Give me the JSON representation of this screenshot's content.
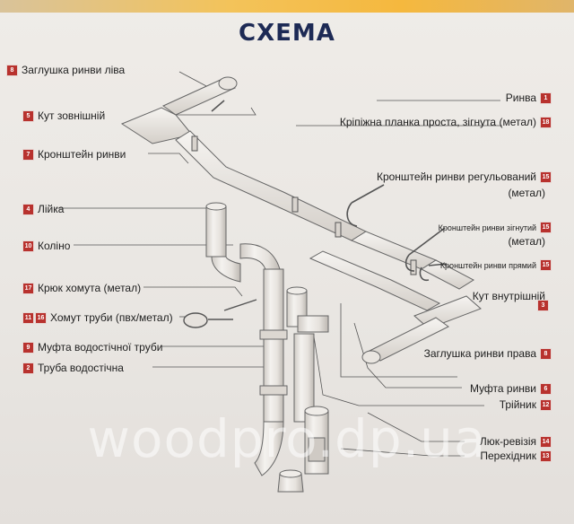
{
  "title": "СХЕМА",
  "watermark": "woodpro.dp.ua",
  "labels_left": [
    {
      "id": "zaglushka-liva",
      "text": "Заглушка ринви ліва",
      "badges": [
        "8"
      ]
    },
    {
      "id": "kut-zovnishniy",
      "text": "Кут зовнішній",
      "badges": [
        "5"
      ]
    },
    {
      "id": "kronshteyn-rynvy",
      "text": "Кронштейн ринви",
      "badges": [
        "7"
      ]
    },
    {
      "id": "liyka",
      "text": "Лійка",
      "badges": [
        "4"
      ]
    },
    {
      "id": "kolino",
      "text": "Коліно",
      "badges": [
        "10"
      ]
    },
    {
      "id": "kryuk-khomuta",
      "text": "Крюк хомута (метал)",
      "badges": [
        "17"
      ]
    },
    {
      "id": "khomut-truby",
      "text": "Хомут труби (пвх/метал)",
      "badges": [
        "11",
        "16"
      ]
    },
    {
      "id": "mufta-truby",
      "text": "Муфта водостічної труби",
      "badges": [
        "9"
      ]
    },
    {
      "id": "truba",
      "text": "Труба водостічна",
      "badges": [
        "2"
      ]
    }
  ],
  "labels_right": [
    {
      "id": "rynva",
      "text": "Ринва",
      "badges": [
        "1"
      ]
    },
    {
      "id": "kripizhna-planka",
      "text": "Кріпіжна планка проста, зігнута (метал)",
      "badges": [
        "18"
      ]
    },
    {
      "id": "kronshteyn-rehul",
      "text": "Кронштейн ринви регульований",
      "sub": "(метал)",
      "badges": [
        "15"
      ]
    },
    {
      "id": "kronshteyn-zihnutyi",
      "text": "Кронштейн ринви зігнутий",
      "sub": "(метал)",
      "badges": [
        "15"
      ]
    },
    {
      "id": "kronshteyn-pryamyi",
      "text": "Кронштейн ринви прямий",
      "badges": [
        "15"
      ]
    },
    {
      "id": "kut-vnutrishniy",
      "text": "Кут внутрішній",
      "badges": [
        "3"
      ]
    },
    {
      "id": "zaglushka-prava",
      "text": "Заглушка ринви права",
      "badges": [
        "8"
      ]
    },
    {
      "id": "mufta-rynvy",
      "text": "Муфта ринви",
      "badges": [
        "6"
      ]
    },
    {
      "id": "triynyk",
      "text": "Трійник",
      "badges": [
        "12"
      ]
    },
    {
      "id": "lyuk-reviziya",
      "text": "Люк-ревізія",
      "badges": [
        "14"
      ]
    },
    {
      "id": "perekhidnyk",
      "text": "Перехідник",
      "badges": [
        "13"
      ]
    }
  ]
}
